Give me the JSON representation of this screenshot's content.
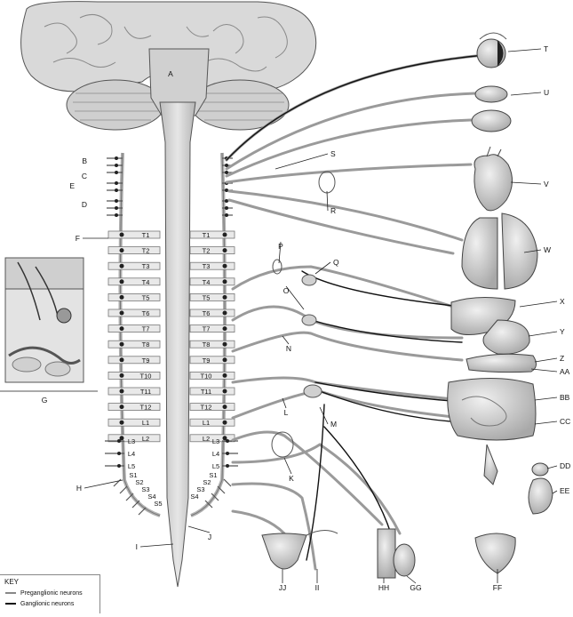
{
  "labels": {
    "T": "T",
    "U": "U",
    "S": "S",
    "V": "V",
    "R": "R",
    "W": "W",
    "A": "A",
    "B": "B",
    "C": "C",
    "D": "D",
    "E": "E",
    "F": "F",
    "G": "G",
    "H": "H",
    "I": "I",
    "J": "J",
    "K": "K",
    "L": "L",
    "M": "M",
    "N": "N",
    "O": "O",
    "P": "P",
    "Q": "Q",
    "X": "X",
    "Y": "Y",
    "Z": "Z",
    "AA": "AA",
    "BB": "BB",
    "CC": "CC",
    "DD": "DD",
    "EE": "EE",
    "FF": "FF",
    "GG": "GG",
    "HH": "HH",
    "II": "II",
    "JJ": "JJ"
  },
  "segments": {
    "thoracic": [
      "T1",
      "T2",
      "T3",
      "T4",
      "T5",
      "T6",
      "T7",
      "T8",
      "T9",
      "T10",
      "T11",
      "T12"
    ],
    "lumbar_center": [
      "L1",
      "L2"
    ],
    "lumbar_low": [
      "L3",
      "L4",
      "L5"
    ],
    "sacral_left": [
      "S1",
      "S2",
      "S3",
      "S4",
      "S5"
    ],
    "sacral_right": [
      "S1",
      "S2",
      "S3",
      "S4"
    ]
  },
  "key": {
    "title": "KEY",
    "preganglionic": "Preganglionic neurons",
    "ganglionic": "Ganglionic neurons"
  },
  "colors": {
    "preganglionic": "#888888",
    "ganglionic": "#111111",
    "tissue": "#d6d6d6",
    "outline": "#444444"
  }
}
